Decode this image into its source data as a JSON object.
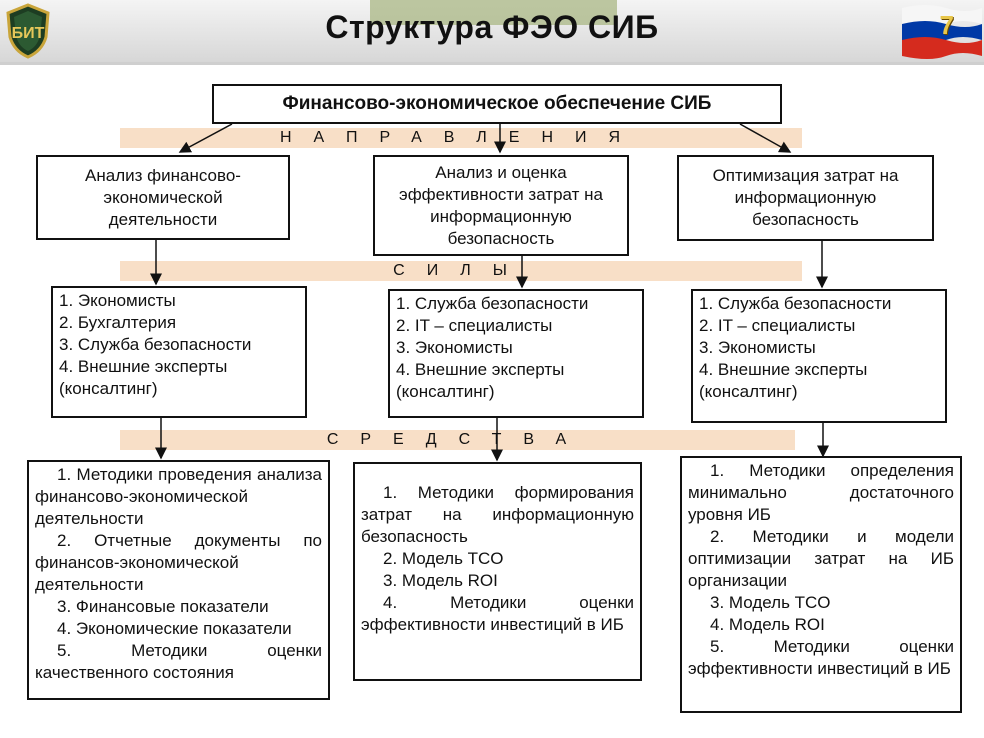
{
  "header": {
    "title": "Структура ФЭО СИБ",
    "page_number": "7",
    "logo_text": "БИТ"
  },
  "top_box": {
    "label": "Финансово-экономическое обеспечение СИБ"
  },
  "bands": {
    "directions": "НАПРАВЛЕНИЯ",
    "forces": "СИЛЫ",
    "means": "СРЕДСТВА"
  },
  "directions": [
    {
      "label": "Анализ финансово-экономической деятельности"
    },
    {
      "label": "Анализ и оценка эффективности затрат на информационную безопасность"
    },
    {
      "label": "Оптимизация затрат на информационную безопасность"
    }
  ],
  "forces": [
    {
      "items": [
        "1. Экономисты",
        "2. Бухгалтерия",
        "3. Служба безопасности",
        "4. Внешние эксперты",
        "(консалтинг)"
      ]
    },
    {
      "items": [
        "1. Служба безопасности",
        "2. IT – специалисты",
        "3. Экономисты",
        "4. Внешние эксперты",
        "(консалтинг)"
      ]
    },
    {
      "items": [
        "1. Служба безопасности",
        "2. IT – специалисты",
        "3. Экономисты",
        "4. Внешние эксперты",
        "(консалтинг)"
      ]
    }
  ],
  "means": [
    {
      "items": [
        "1. Методики проведения анализа финансово-экономической деятельности",
        "2. Отчетные документы по финансов-экономической деятельности",
        "3. Финансовые показатели",
        "4. Экономические показатели",
        "5. Методики оценки качественного состояния"
      ]
    },
    {
      "items": [
        "1. Методики формирования затрат на информационную безопасность",
        "2. Модель TCO",
        "3. Модель ROI",
        "4. Методики оценки эффективности инвестиций в ИБ"
      ]
    },
    {
      "items": [
        "1. Методики определения минимально достаточного уровня ИБ",
        "2. Методики и модели оптимизации затрат на ИБ организации",
        "3. Модель TCO",
        "4. Модель ROI",
        "5. Методики оценки эффективности инвестиций в ИБ"
      ]
    }
  ],
  "colors": {
    "band": "#f8dfc7",
    "header_strip": "#a9b784",
    "flag_red": "#d52b1e",
    "flag_blue": "#0039a6"
  }
}
